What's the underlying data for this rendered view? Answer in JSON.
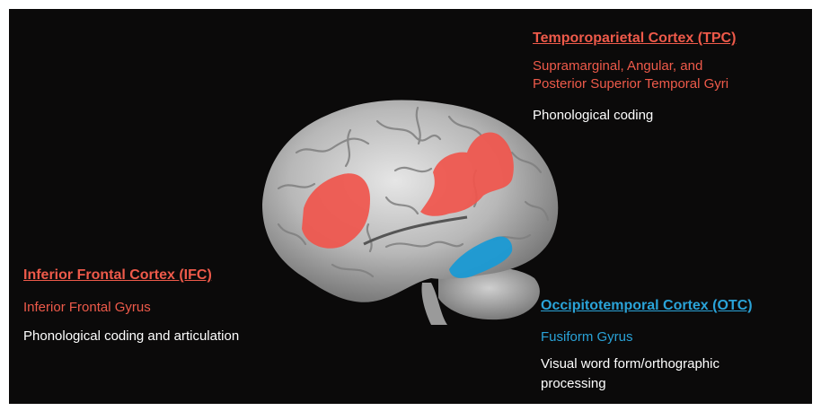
{
  "colors": {
    "background": "#0b0a0a",
    "red_region": "#f0554c",
    "blue_region": "#1a9ad4",
    "red_text": "#ee5a4a",
    "blue_text": "#2aa3d8",
    "white_text": "#ffffff"
  },
  "regions": {
    "tpc": {
      "title": "Temporoparietal Cortex (TPC)",
      "subtitle_line1": "Supramarginal, Angular, and",
      "subtitle_line2": "Posterior Superior Temporal Gyri",
      "function": "Phonological coding"
    },
    "ifc": {
      "title": "Inferior Frontal Cortex (IFC)",
      "subtitle": "Inferior Frontal Gyrus",
      "function": "Phonological coding and articulation"
    },
    "otc": {
      "title": "Occipitotemporal Cortex (OTC)",
      "subtitle": "Fusiform Gyrus",
      "function_line1": "Visual word form/orthographic",
      "function_line2": "processing"
    }
  }
}
